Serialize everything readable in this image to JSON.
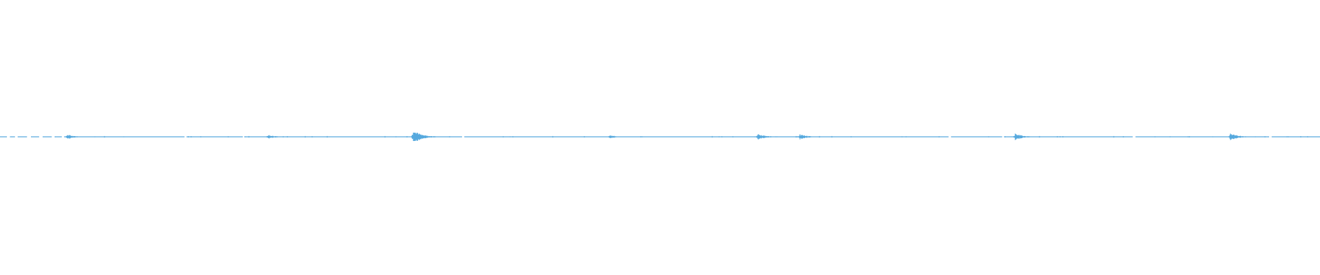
{
  "waveform": {
    "color": "#56a9de",
    "background": "#ffffff",
    "peak_positions": [
      0.051,
      0.203,
      0.313,
      0.462,
      0.574,
      0.606,
      0.769,
      0.932
    ],
    "peak_amplitudes": [
      0.22,
      0.18,
      0.55,
      0.15,
      0.28,
      0.24,
      0.3,
      0.32
    ]
  }
}
